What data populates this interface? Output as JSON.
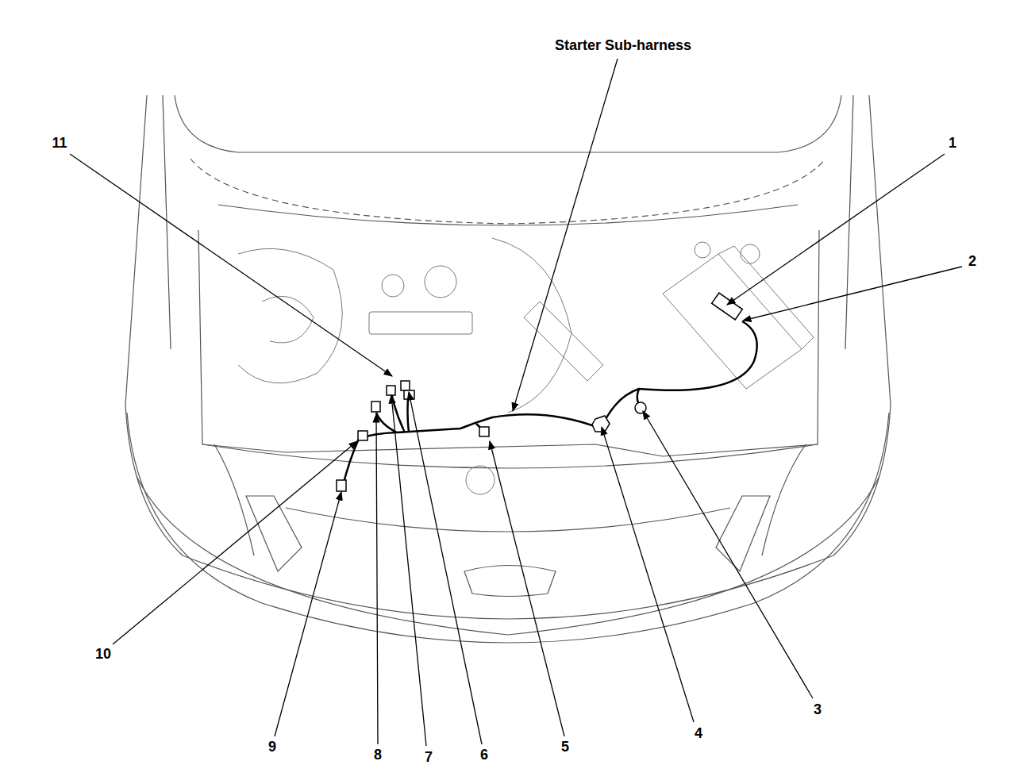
{
  "diagram": {
    "labels": [
      "Starter Sub-harness",
      "1",
      "2",
      "3",
      "4",
      "5",
      "6",
      "7",
      "8",
      "9",
      "10",
      "11"
    ]
  }
}
